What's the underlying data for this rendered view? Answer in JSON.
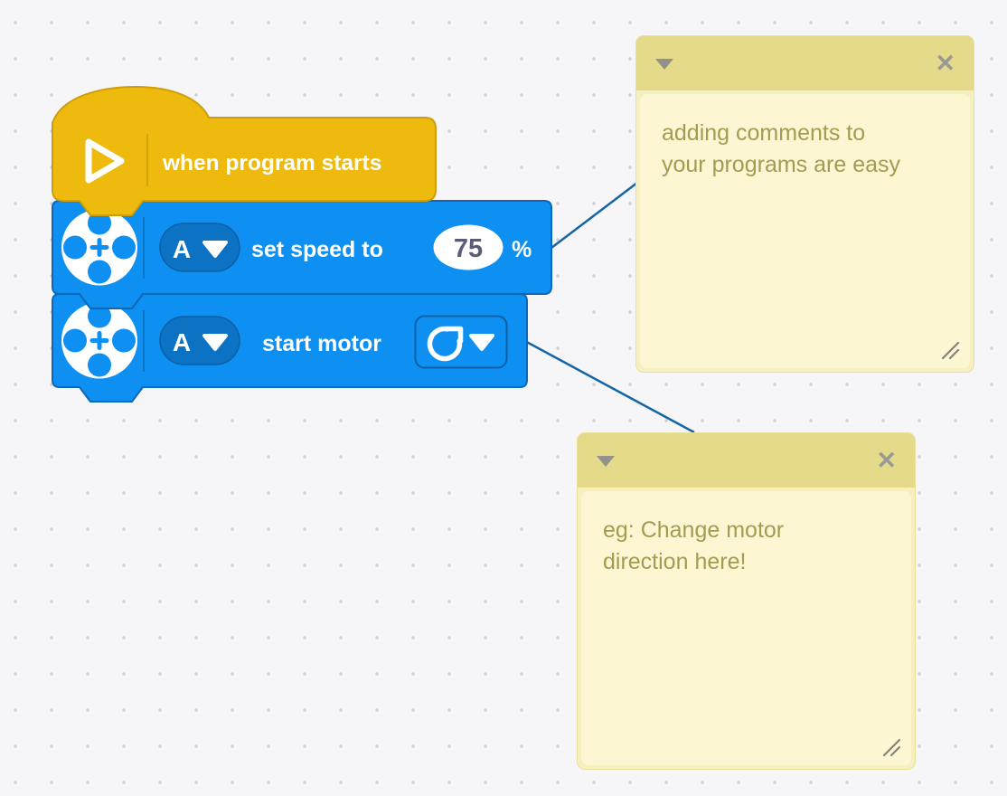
{
  "canvas": {
    "background_color": "#f6f6f8",
    "dot_grid_color": "#cdced3"
  },
  "blocks": {
    "hat": {
      "label": "when program starts",
      "fill": "#eeba0e",
      "stroke": "#cf9d0a",
      "icon": "play-icon"
    },
    "set_speed": {
      "port": "A",
      "label": "set speed to",
      "value": "75",
      "unit": "%",
      "fill": "#0e90f2",
      "stroke": "#0b68b8",
      "dropdown_fill": "#0c72c4",
      "value_text_color": "#575e75",
      "icon": "motor-icon"
    },
    "start_motor": {
      "port": "A",
      "label": "start motor",
      "fill": "#0e90f2",
      "stroke": "#0b68b8",
      "direction_icon": "rotate-clockwise-icon",
      "icon": "motor-icon"
    }
  },
  "comments": {
    "note1": {
      "text": "adding comments to your programs are easy",
      "header_color": "#e4da89",
      "body_color": "#fcf6d3",
      "text_color": "#a49b52",
      "collapse_icon": "triangle-down",
      "close_icon": "✕"
    },
    "note2": {
      "text": "eg: Change motor direction here!",
      "header_color": "#e4da89",
      "body_color": "#fcf6d3",
      "text_color": "#a49b52",
      "collapse_icon": "triangle-down",
      "close_icon": "✕"
    }
  },
  "connectors": {
    "color": "#1565a5"
  }
}
